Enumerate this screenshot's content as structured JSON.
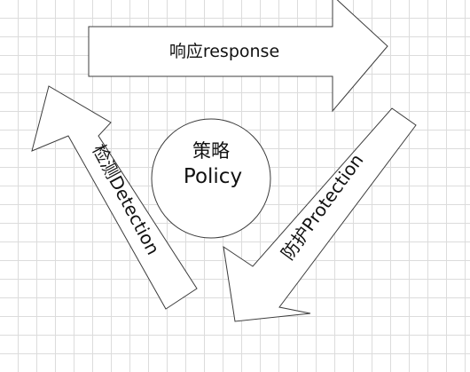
{
  "diagram": {
    "center": {
      "line1": "策略",
      "line2": "Policy"
    },
    "arrows": {
      "response": "响应response",
      "protection": "防护Protection",
      "detection": "检测Detection"
    }
  }
}
